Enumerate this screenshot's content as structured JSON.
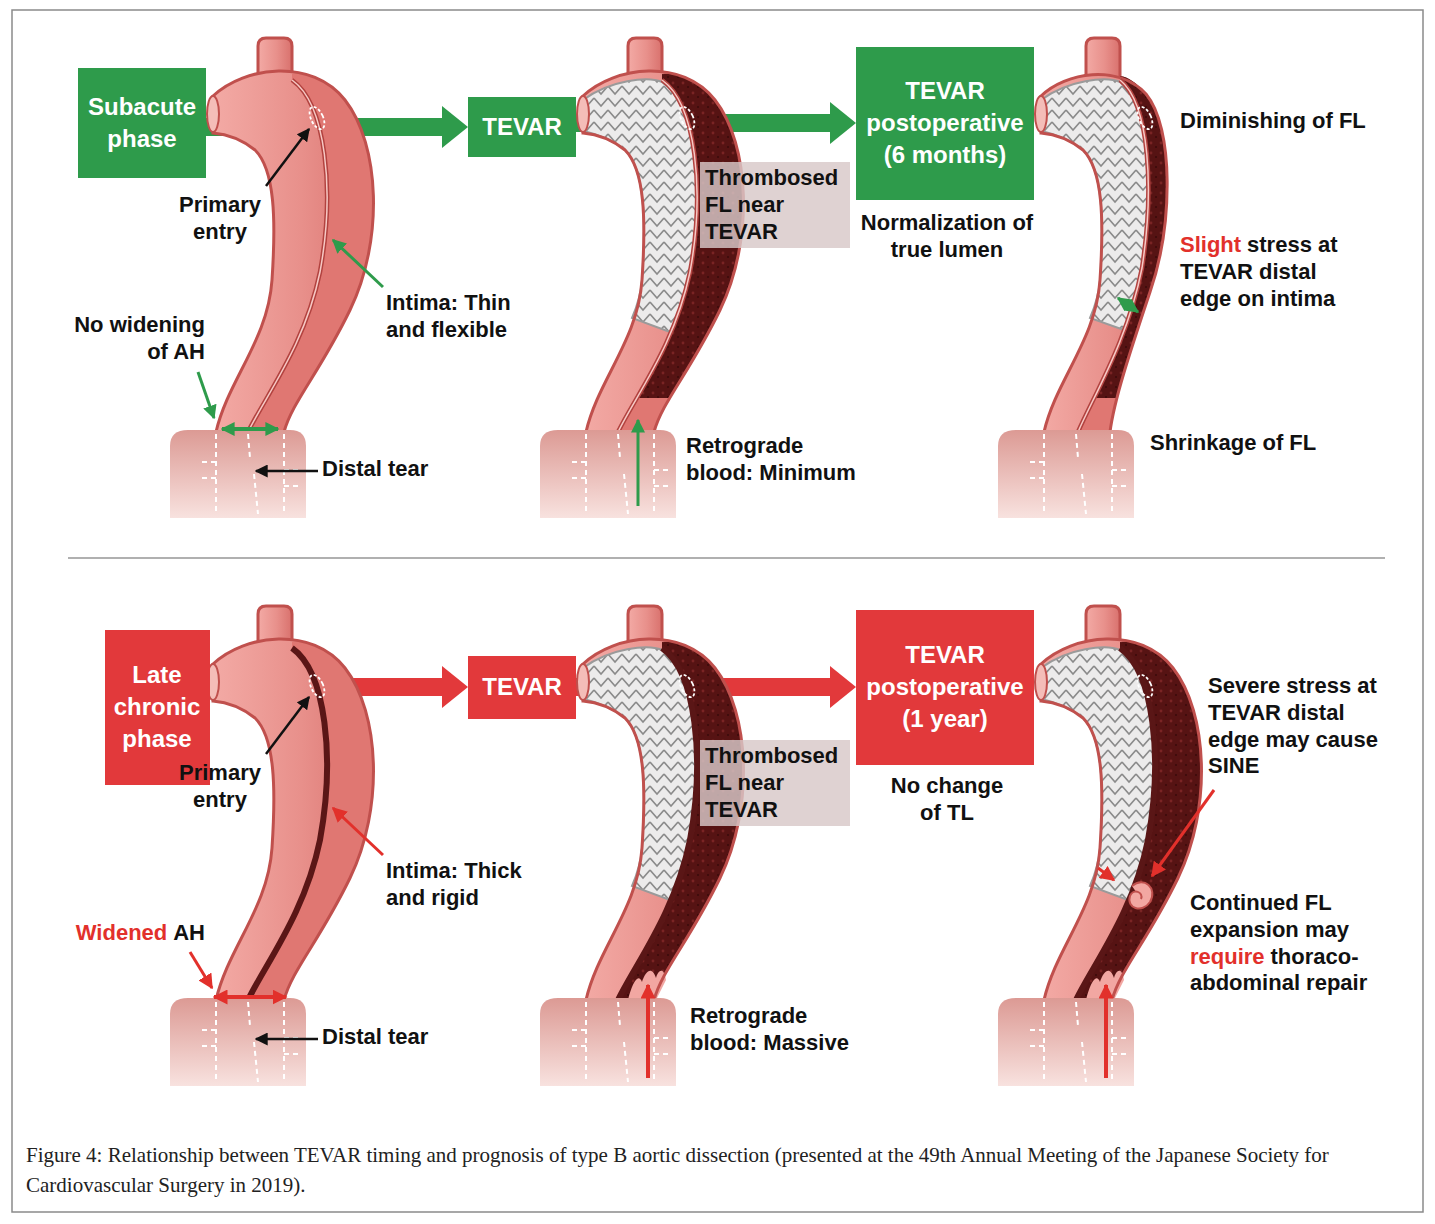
{
  "diagram": {
    "caption": "Figure 4: Relationship between TEVAR timing and prognosis of type B aortic dissection (presented at the 49th Annual Meeting of the Japanese Society for Cardiovascular Surgery in 2019).",
    "nodes": [
      {
        "text": [
          "Subacute phase"
        ]
      },
      {
        "text": [
          "TEVAR"
        ]
      },
      {
        "text": [
          "TEVAR postoperative (6 months)"
        ]
      },
      {
        "text": [
          "Late chronic phase"
        ]
      },
      {
        "text": [
          "TEVAR"
        ]
      },
      {
        "text": [
          "TEVAR postoperative (1 year)"
        ]
      }
    ],
    "edges": [
      {
        "from": 0,
        "to": 1,
        "arrow": "to"
      },
      {
        "from": 1,
        "to": 2,
        "arrow": "to"
      },
      {
        "from": 3,
        "to": 4,
        "arrow": "to"
      },
      {
        "from": 4,
        "to": 5,
        "arrow": "to"
      }
    ],
    "labels": [
      "Primary entry",
      "Intima: Thin and flexible",
      "No widening of AH",
      "Distal tear",
      "Thrombosed FL near TEVAR",
      "Retrograde blood: Minimum",
      "Normalization of true lumen",
      "Diminishing of FL",
      "Slight",
      "stress at TEVAR distal edge on intima",
      "Shrinkage of FL",
      "Primary entry",
      "Intima: Thick and rigid",
      "Widened",
      "AH",
      "Distal tear",
      "Thrombosed FL near TEVAR",
      "Retrograde blood: Massive",
      "No change of TL",
      "Severe stress at TEVAR distal edge may cause SINE",
      "Continued FL expansion may",
      "require",
      "thoraco-abdominal repair"
    ]
  }
}
